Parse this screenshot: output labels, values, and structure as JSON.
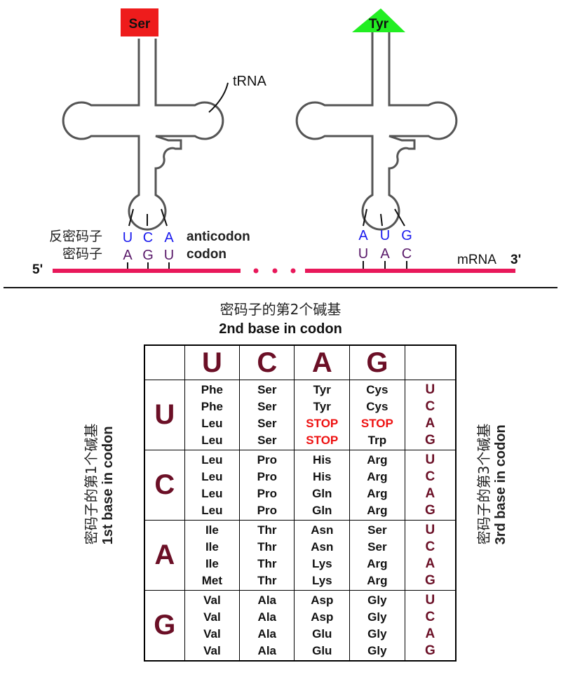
{
  "top_diagram": {
    "left_trna": {
      "amino_acid": "Ser",
      "label": "tRNA",
      "anticodon": [
        "U",
        "C",
        "A"
      ],
      "codon": [
        "A",
        "G",
        "U"
      ],
      "anticodon_label_cn": "反密码子",
      "codon_label_cn": "密码子",
      "anticodon_label_en": "anticodon",
      "codon_label_en": "codon"
    },
    "right_trna": {
      "amino_acid": "Tyr",
      "anticodon": [
        "A",
        "U",
        "G"
      ],
      "codon": [
        "U",
        "A",
        "C"
      ]
    },
    "mrna_5": "5'",
    "mrna_label": "mRNA",
    "mrna_3": "3'",
    "colors": {
      "ser_box": "#ee1c1c",
      "tyr_triangle": "#22ee22",
      "anticodon": "#1a1aee",
      "codon": "#5a1a6a",
      "mrna": "#e8185a"
    }
  },
  "table": {
    "header_cn": "密码子的第2个碱基",
    "header_en": "2nd base in codon",
    "left_cn": "密码子的第1个碱基",
    "left_en": "1st base in codon",
    "right_cn": "密码子的第3个碱基",
    "right_en": "3rd base in codon",
    "columns": [
      "U",
      "C",
      "A",
      "G"
    ],
    "rows": [
      {
        "base": "U",
        "cells": [
          [
            "Phe",
            "Phe",
            "Leu",
            "Leu"
          ],
          [
            "Ser",
            "Ser",
            "Ser",
            "Ser"
          ],
          [
            "Tyr",
            "Tyr",
            "STOP",
            "STOP"
          ],
          [
            "Cys",
            "Cys",
            "STOP",
            "Trp"
          ]
        ],
        "third": [
          "U",
          "C",
          "A",
          "G"
        ]
      },
      {
        "base": "C",
        "cells": [
          [
            "Leu",
            "Leu",
            "Leu",
            "Leu"
          ],
          [
            "Pro",
            "Pro",
            "Pro",
            "Pro"
          ],
          [
            "His",
            "His",
            "Gln",
            "Gln"
          ],
          [
            "Arg",
            "Arg",
            "Arg",
            "Arg"
          ]
        ],
        "third": [
          "U",
          "C",
          "A",
          "G"
        ]
      },
      {
        "base": "A",
        "cells": [
          [
            "Ile",
            "Ile",
            "Ile",
            "Met"
          ],
          [
            "Thr",
            "Thr",
            "Thr",
            "Thr"
          ],
          [
            "Asn",
            "Asn",
            "Lys",
            "Lys"
          ],
          [
            "Ser",
            "Ser",
            "Arg",
            "Arg"
          ]
        ],
        "third": [
          "U",
          "C",
          "A",
          "G"
        ]
      },
      {
        "base": "G",
        "cells": [
          [
            "Val",
            "Val",
            "Val",
            "Val"
          ],
          [
            "Ala",
            "Ala",
            "Ala",
            "Ala"
          ],
          [
            "Asp",
            "Asp",
            "Glu",
            "Glu"
          ],
          [
            "Gly",
            "Gly",
            "Gly",
            "Gly"
          ]
        ],
        "third": [
          "U",
          "C",
          "A",
          "G"
        ]
      }
    ],
    "stop_color": "#ee1111",
    "base_color": "#6b0f26"
  }
}
